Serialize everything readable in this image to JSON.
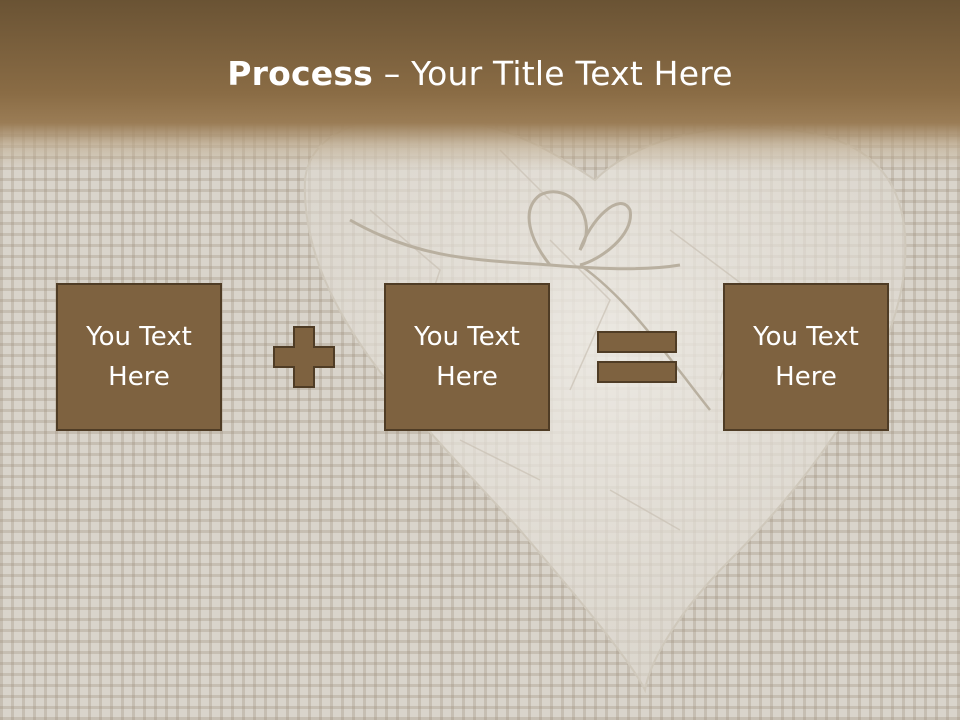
{
  "slide": {
    "title_bold": "Process",
    "title_rest": " – Your Title Text Here",
    "boxes": [
      {
        "label": "You Text Here"
      },
      {
        "label": "You Text Here"
      },
      {
        "label": "You Text Here"
      }
    ],
    "operators": [
      "plus-icon",
      "equals-icon"
    ],
    "colors": {
      "header": "#7a5f3c",
      "box_fill": "#7e6240",
      "box_border": "#4f3c25",
      "background": "#d9d4cb",
      "title_text": "#ffffff"
    }
  }
}
